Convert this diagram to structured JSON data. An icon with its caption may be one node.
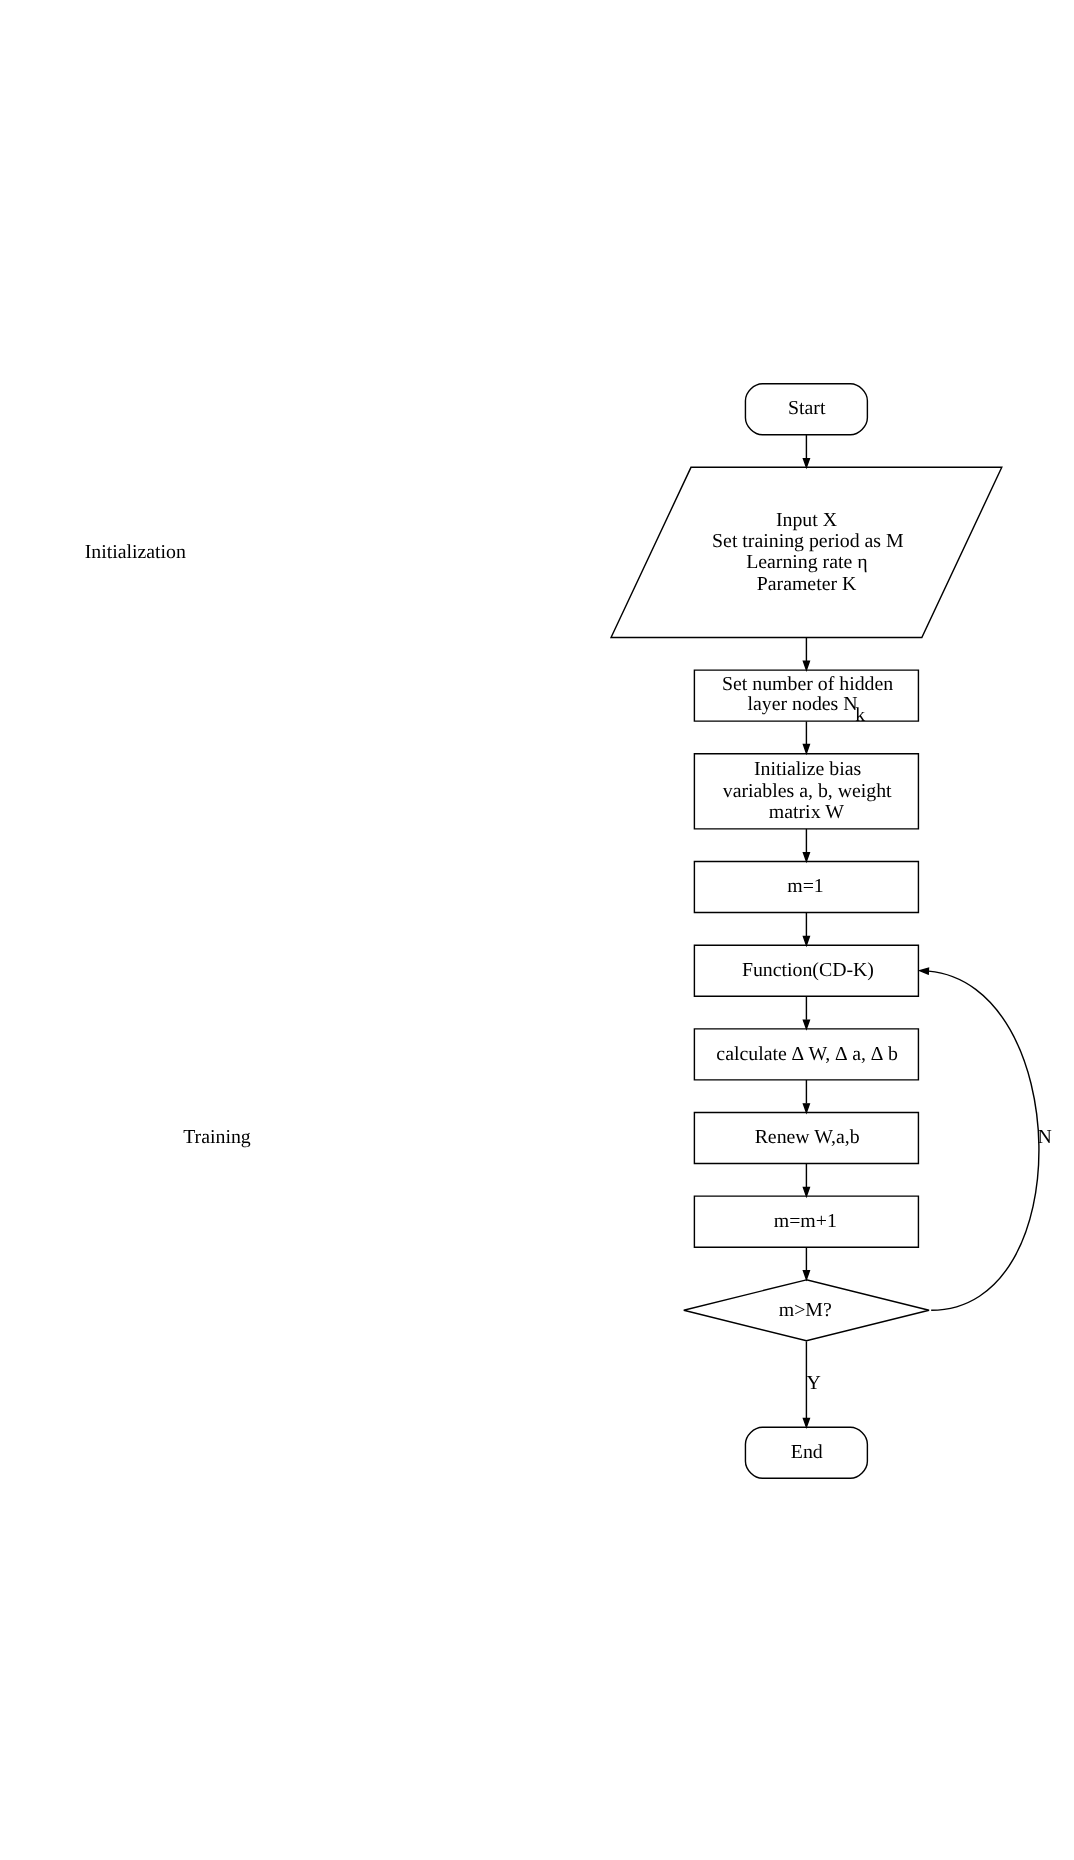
{
  "diagram": {
    "nodes": [
      {
        "text": [
          "Start"
        ]
      },
      {
        "text": [
          "Input X",
          "Set training period as M",
          "Learning rate η",
          "Parameter K"
        ]
      },
      {
        "text": [
          "Set number of hidden layer nodes N$_{k}$"
        ]
      },
      {
        "text": [
          "Initialize bias variables a, b, weight matrix W"
        ]
      },
      {
        "text": [
          "m=1"
        ]
      },
      {
        "text": [
          "Function(CD-K)"
        ]
      },
      {
        "text": [
          "calculate ∆ W, ∆ a, ∆ b"
        ]
      },
      {
        "text": [
          "Renew W,a,b"
        ]
      },
      {
        "text": [
          "m=m+1"
        ]
      },
      {
        "text": [
          "m>M?"
        ]
      },
      {
        "text": [
          "End"
        ]
      }
    ],
    "edges": [
      {
        "from": 0,
        "to": 1,
        "arrow": "to"
      },
      {
        "from": 1,
        "to": 2,
        "arrow": "to"
      },
      {
        "from": 2,
        "to": 3,
        "arrow": "to"
      },
      {
        "from": 3,
        "to": 4,
        "arrow": "to"
      },
      {
        "from": 4,
        "to": 5,
        "arrow": "to"
      },
      {
        "from": 5,
        "to": 6,
        "arrow": "to"
      },
      {
        "from": 6,
        "to": 7,
        "arrow": "to"
      },
      {
        "from": 7,
        "to": 8,
        "arrow": "to"
      },
      {
        "from": 8,
        "to": 9,
        "arrow": "to"
      },
      {
        "from": 9,
        "to": 10,
        "arrow": "to",
        "label": "Y"
      },
      {
        "from": 9,
        "to": 5,
        "arrow": "to",
        "label": "N"
      }
    ],
    "labels": [
      "Initialization",
      "Training"
    ]
  }
}
